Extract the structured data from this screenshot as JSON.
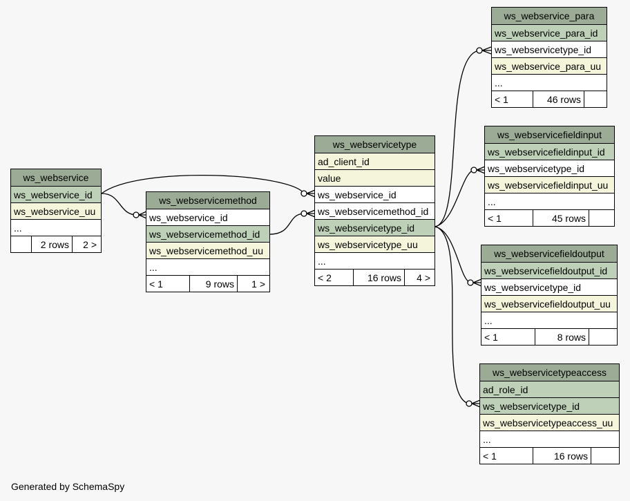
{
  "generated_by": "Generated by SchemaSpy",
  "tables": {
    "ws_webservice": {
      "name": "ws_webservice",
      "columns": [
        {
          "name": "ws_webservice_id",
          "kind": "pk"
        },
        {
          "name": "ws_webservice_uu",
          "kind": "idx"
        },
        {
          "name": "...",
          "kind": "plain"
        }
      ],
      "footer": {
        "left": "",
        "middle": "2 rows",
        "right": "2 >"
      }
    },
    "ws_webservicemethod": {
      "name": "ws_webservicemethod",
      "columns": [
        {
          "name": "ws_webservice_id",
          "kind": "plain"
        },
        {
          "name": "ws_webservicemethod_id",
          "kind": "pk"
        },
        {
          "name": "ws_webservicemethod_uu",
          "kind": "idx"
        },
        {
          "name": "...",
          "kind": "plain"
        }
      ],
      "footer": {
        "left": "< 1",
        "middle": "9 rows",
        "right": "1 >"
      }
    },
    "ws_webservicetype": {
      "name": "ws_webservicetype",
      "columns": [
        {
          "name": "ad_client_id",
          "kind": "idx"
        },
        {
          "name": "value",
          "kind": "idx"
        },
        {
          "name": "ws_webservice_id",
          "kind": "plain"
        },
        {
          "name": "ws_webservicemethod_id",
          "kind": "plain"
        },
        {
          "name": "ws_webservicetype_id",
          "kind": "pk"
        },
        {
          "name": "ws_webservicetype_uu",
          "kind": "idx"
        },
        {
          "name": "...",
          "kind": "plain"
        }
      ],
      "footer": {
        "left": "< 2",
        "middle": "16 rows",
        "right": "4 >"
      }
    },
    "ws_webservice_para": {
      "name": "ws_webservice_para",
      "columns": [
        {
          "name": "ws_webservice_para_id",
          "kind": "pk"
        },
        {
          "name": "ws_webservicetype_id",
          "kind": "plain"
        },
        {
          "name": "ws_webservice_para_uu",
          "kind": "idx"
        },
        {
          "name": "...",
          "kind": "plain"
        }
      ],
      "footer": {
        "left": "< 1",
        "middle": "46 rows",
        "right": ""
      }
    },
    "ws_webservicefieldinput": {
      "name": "ws_webservicefieldinput",
      "columns": [
        {
          "name": "ws_webservicefieldinput_id",
          "kind": "pk"
        },
        {
          "name": "ws_webservicetype_id",
          "kind": "plain"
        },
        {
          "name": "ws_webservicefieldinput_uu",
          "kind": "idx"
        },
        {
          "name": "...",
          "kind": "plain"
        }
      ],
      "footer": {
        "left": "< 1",
        "middle": "45 rows",
        "right": ""
      }
    },
    "ws_webservicefieldoutput": {
      "name": "ws_webservicefieldoutput",
      "columns": [
        {
          "name": "ws_webservicefieldoutput_id",
          "kind": "pk"
        },
        {
          "name": "ws_webservicetype_id",
          "kind": "plain"
        },
        {
          "name": "ws_webservicefieldoutput_uu",
          "kind": "idx"
        },
        {
          "name": "...",
          "kind": "plain"
        }
      ],
      "footer": {
        "left": "< 1",
        "middle": "8 rows",
        "right": ""
      }
    },
    "ws_webservicetypeaccess": {
      "name": "ws_webservicetypeaccess",
      "columns": [
        {
          "name": "ad_role_id",
          "kind": "pk"
        },
        {
          "name": "ws_webservicetype_id",
          "kind": "pk"
        },
        {
          "name": "ws_webservicetypeaccess_uu",
          "kind": "idx"
        },
        {
          "name": "...",
          "kind": "plain"
        }
      ],
      "footer": {
        "left": "< 1",
        "middle": "16 rows",
        "right": ""
      }
    }
  },
  "relationships": [
    {
      "from_table": "ws_webservicemethod",
      "from_column": "ws_webservice_id",
      "to_table": "ws_webservice",
      "to_column": "ws_webservice_id"
    },
    {
      "from_table": "ws_webservicetype",
      "from_column": "ws_webservice_id",
      "to_table": "ws_webservice",
      "to_column": "ws_webservice_id"
    },
    {
      "from_table": "ws_webservicetype",
      "from_column": "ws_webservicemethod_id",
      "to_table": "ws_webservicemethod",
      "to_column": "ws_webservicemethod_id"
    },
    {
      "from_table": "ws_webservice_para",
      "from_column": "ws_webservicetype_id",
      "to_table": "ws_webservicetype",
      "to_column": "ws_webservicetype_id"
    },
    {
      "from_table": "ws_webservicefieldinput",
      "from_column": "ws_webservicetype_id",
      "to_table": "ws_webservicetype",
      "to_column": "ws_webservicetype_id"
    },
    {
      "from_table": "ws_webservicefieldoutput",
      "from_column": "ws_webservicetype_id",
      "to_table": "ws_webservicetype",
      "to_column": "ws_webservicetype_id"
    },
    {
      "from_table": "ws_webservicetypeaccess",
      "from_column": "ws_webservicetype_id",
      "to_table": "ws_webservicetype",
      "to_column": "ws_webservicetype_id"
    }
  ]
}
